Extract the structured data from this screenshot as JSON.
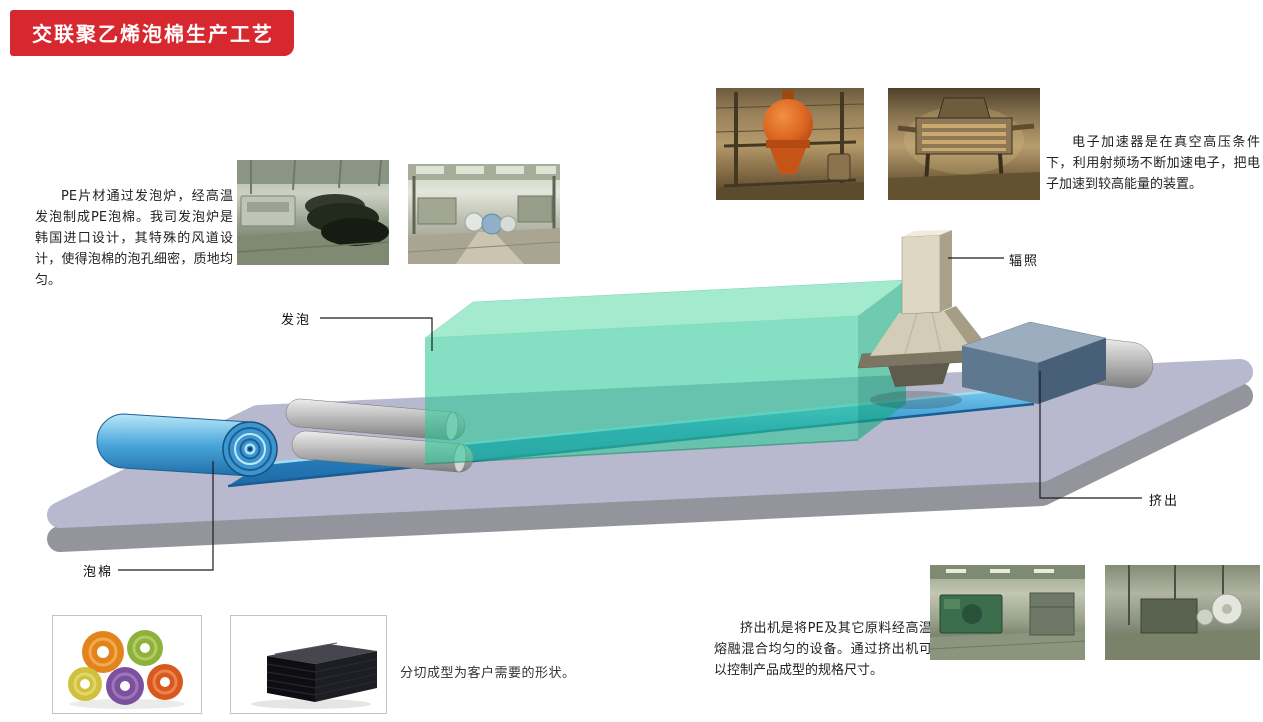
{
  "title": {
    "text": "交联聚乙烯泡棉生产工艺"
  },
  "descriptions": {
    "foaming": "PE片材通过发泡炉，经高温发泡制成PE泡棉。我司发泡炉是韩国进口设计，其特殊的风道设计，使得泡棉的泡孔细密，质地均匀。",
    "accelerator": "电子加速器是在真空高压条件下，利用射频场不断加速电子，把电子加速到较高能量的装置。",
    "extruder": "挤出机是将PE及其它原料经高温熔融混合均匀的设备。通过挤出机可以控制产品成型的规格尺寸。",
    "cutting": "分切成型为客户需要的形状。"
  },
  "process_labels": {
    "foaming": "发泡",
    "irradiation": "辐照",
    "extrusion": "挤出",
    "foam": "泡棉"
  },
  "photos": {
    "foaming_line_left": "foaming-furnace-production-line",
    "foaming_line_right": "foaming-workshop-aisle",
    "accelerator_left": "orange-mixing-tank-equipment",
    "accelerator_right": "electron-accelerator-equipment",
    "extruder_left": "extruder-workshop-green-machine",
    "extruder_right": "extrusion-line-machinery",
    "foam_rolls": "colored-foam-rolls",
    "foam_sheets": "black-foam-sheet-stack"
  },
  "colors": {
    "banner_red": "#d7282f",
    "platform_top": "#b8b9ce",
    "platform_side": "#94949c",
    "sheet_blue": "#2f8fcd",
    "foam_roll_blue": "#4aa6da",
    "foaming_box_green": "#2cc996",
    "tower_beige": "#d6cfba",
    "extruder_gray_blue": "#5e7890"
  }
}
